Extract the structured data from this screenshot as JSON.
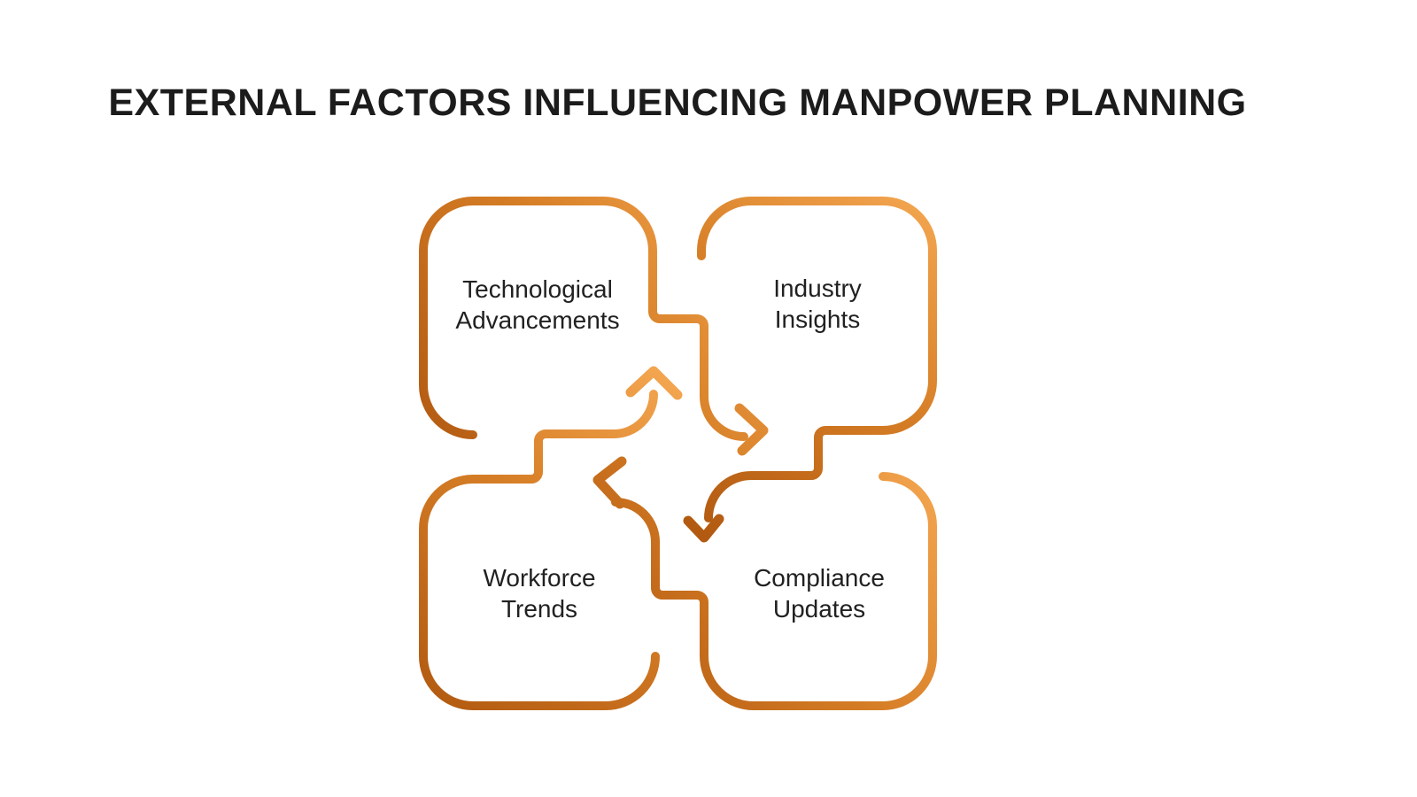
{
  "title": "EXTERNAL FACTORS INFLUENCING MANPOWER PLANNING",
  "diagram": {
    "type": "cycle",
    "direction": "clockwise",
    "nodes": [
      {
        "id": "technological-advancements",
        "line1": "Technological",
        "line2": "Advancements"
      },
      {
        "id": "industry-insights",
        "line1": "Industry",
        "line2": "Insights"
      },
      {
        "id": "workforce-trends",
        "line1": "Workforce",
        "line2": "Trends"
      },
      {
        "id": "compliance-updates",
        "line1": "Compliance",
        "line2": "Updates"
      }
    ],
    "flow": [
      "Workforce Trends -> Technological Advancements",
      "Technological Advancements -> Industry Insights",
      "Industry Insights -> Compliance Updates",
      "Compliance Updates -> Workforce Trends"
    ],
    "colors": {
      "stroke_dark": "#b25a11",
      "stroke_mid": "#d67e26",
      "stroke_light": "#f3a54f",
      "title_text": "#1c1c1c",
      "label_text": "#212121",
      "background": "#ffffff"
    }
  }
}
